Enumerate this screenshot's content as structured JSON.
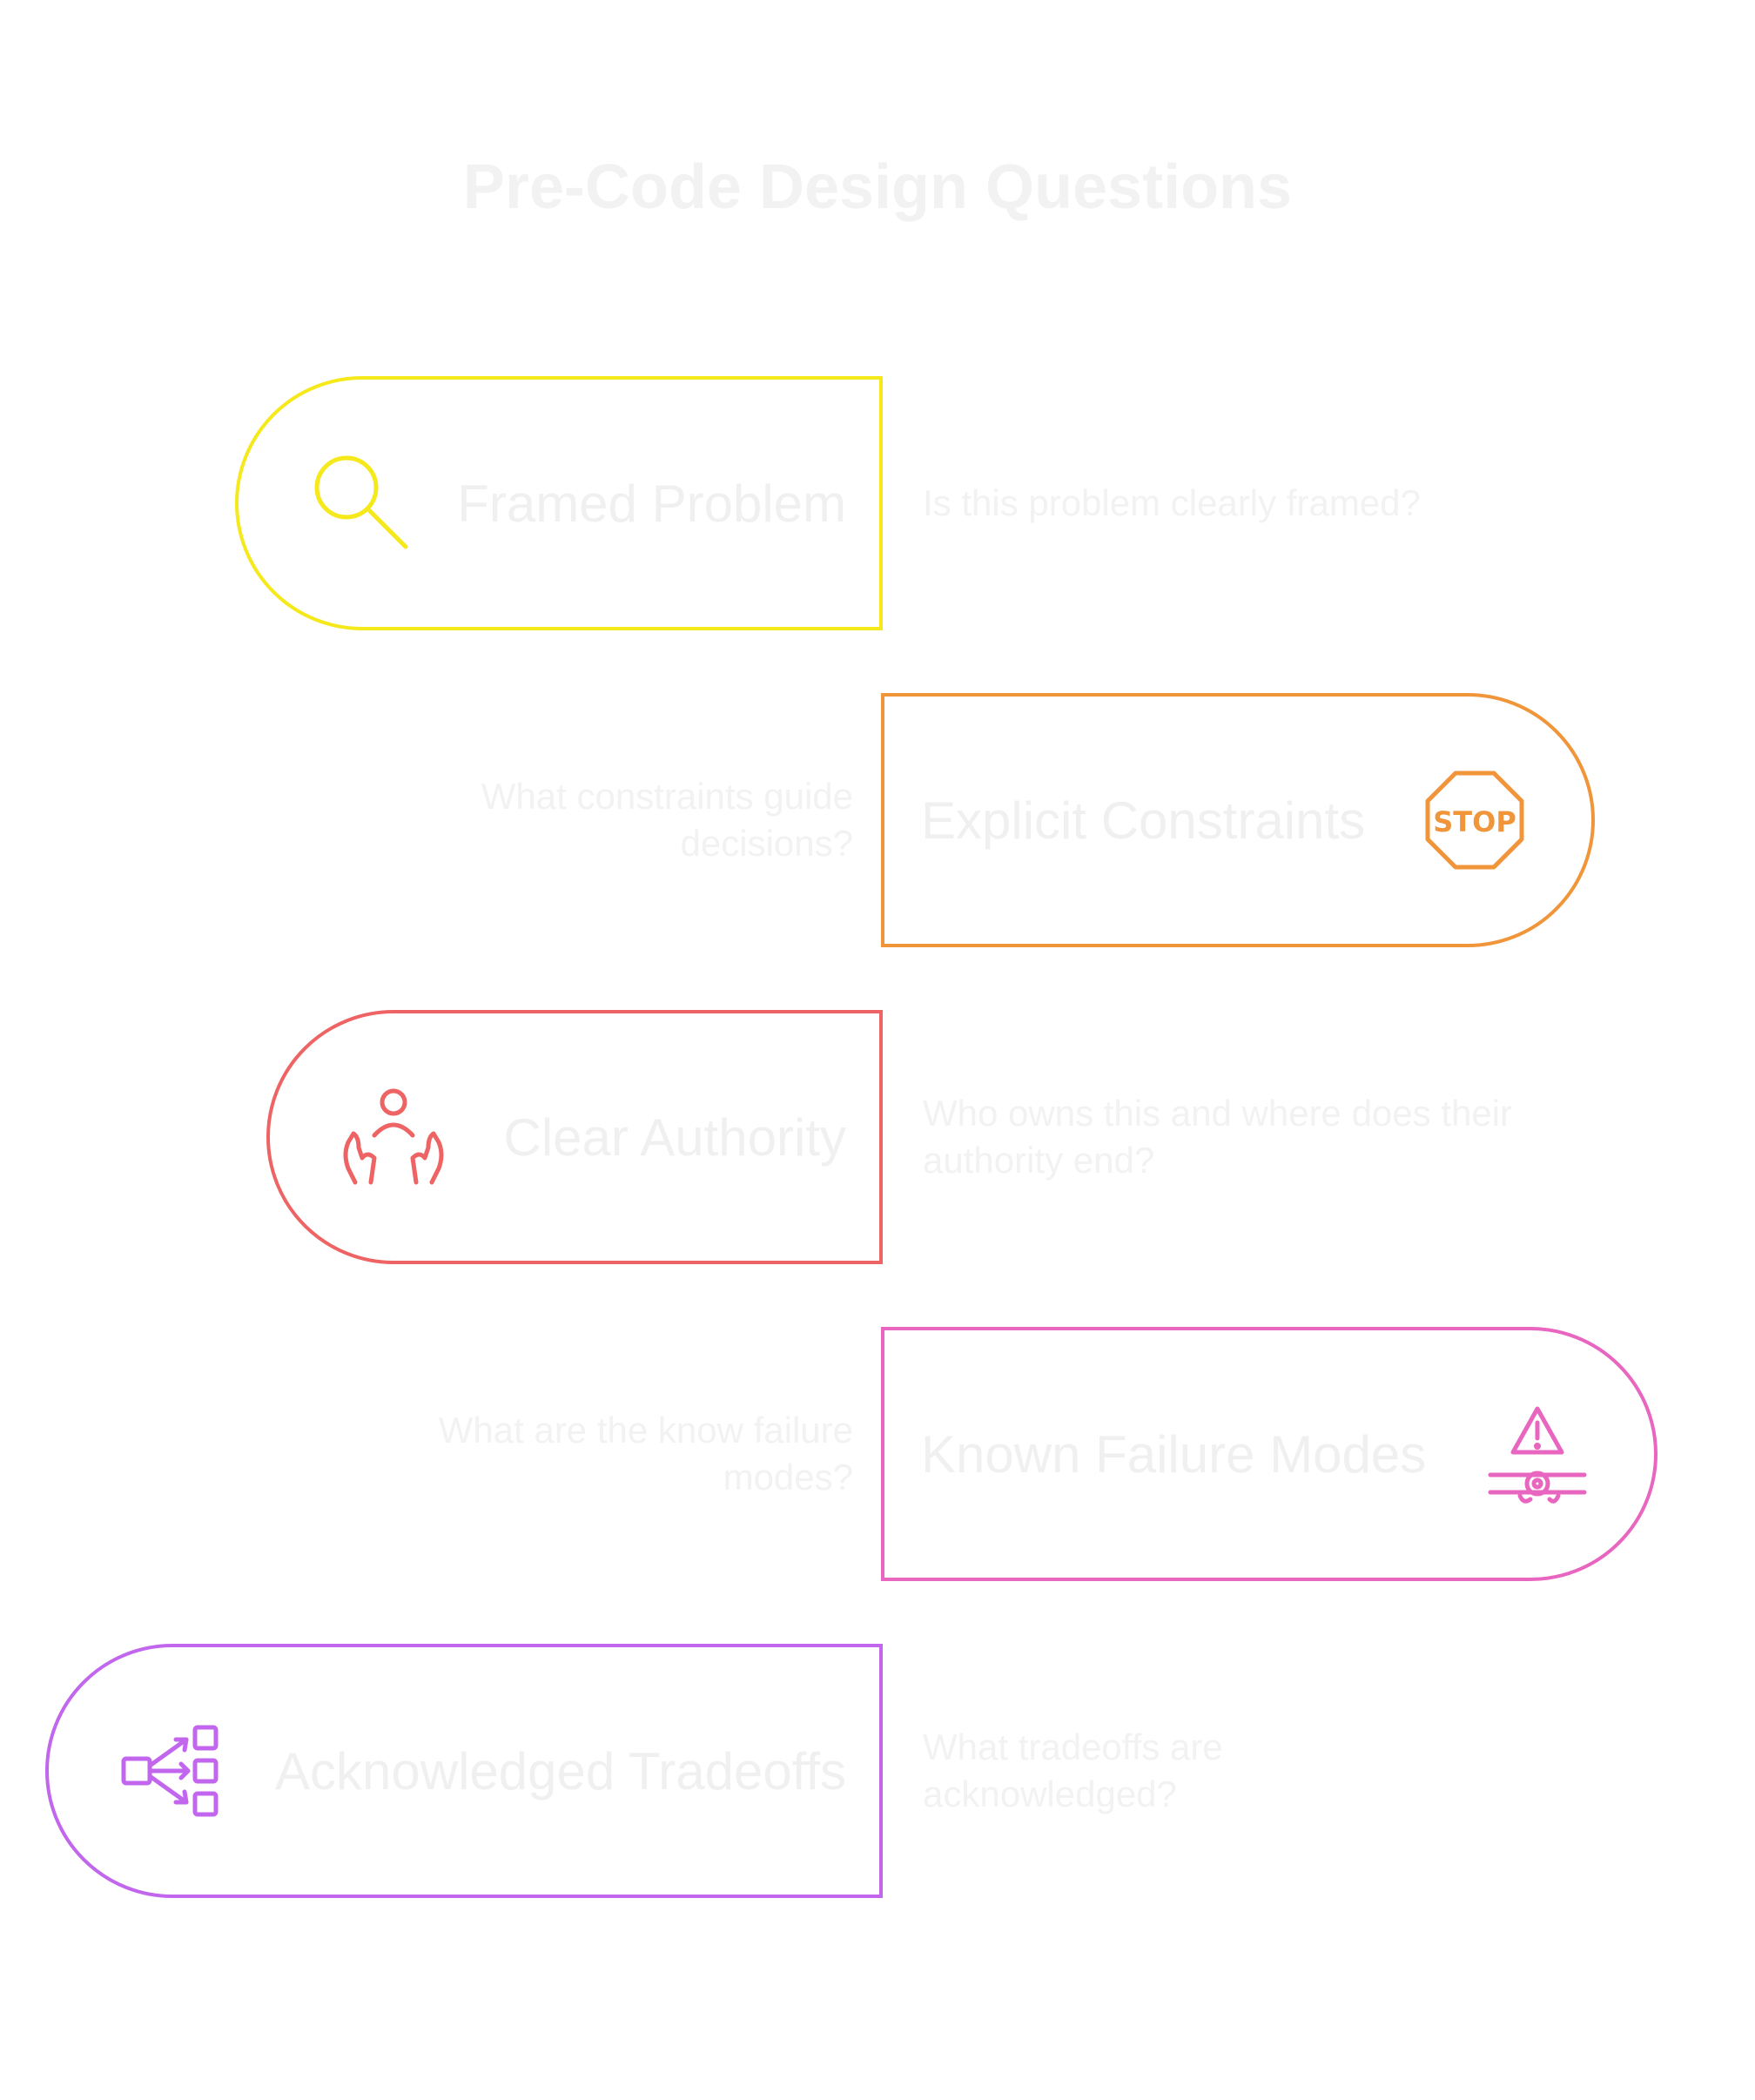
{
  "title": "Pre-Code Design Questions",
  "steps": [
    {
      "label": "Framed Problem",
      "question": "Is this problem clearly framed?",
      "icon": "magnifier-icon",
      "color": "#f5e81b"
    },
    {
      "label": "Explicit Constraints",
      "question": "What constraints guide decisions?",
      "icon": "stop-sign-icon",
      "icon_text": "STOP",
      "color": "#f0953a"
    },
    {
      "label": "Clear Authority",
      "question": "Who owns this and where does their authority end?",
      "icon": "person-hands-icon",
      "color": "#ee6464"
    },
    {
      "label": "Known Failure Modes",
      "question": "What are the know failure modes?",
      "icon": "warning-pipe-icon",
      "color": "#e866c0"
    },
    {
      "label": "Acknowledged Tradeoffs",
      "question": "What tradeoffs are acknowledged?",
      "icon": "branching-options-icon",
      "color": "#c266ee"
    }
  ]
}
